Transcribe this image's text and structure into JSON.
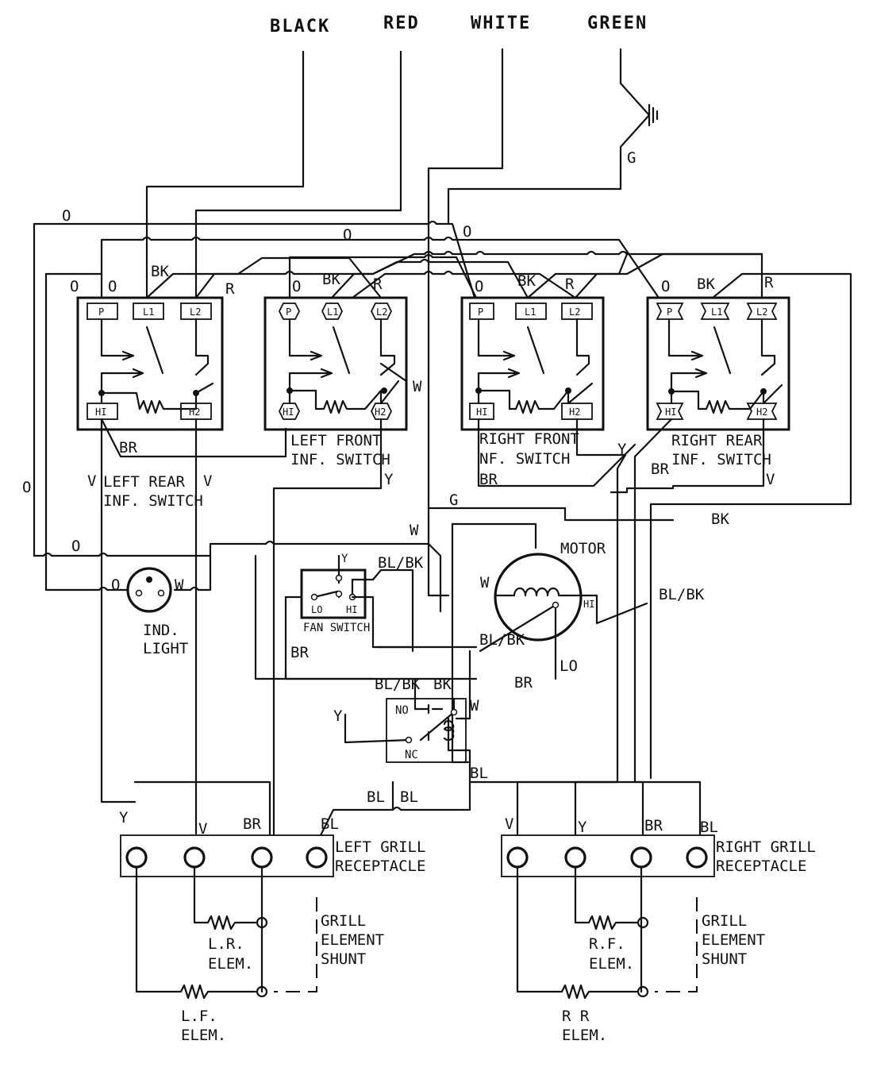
{
  "feeds": {
    "black": "BLACK",
    "red": "RED",
    "white": "WHITE",
    "green": "GREEN"
  },
  "wire_codes": {
    "orange": "O",
    "black": "BK",
    "red": "R",
    "white": "W",
    "brown": "BR",
    "violet": "V",
    "yellow": "Y",
    "green": "G",
    "blue": "BL",
    "blue_black": "BL/BK",
    "hi": "HI",
    "lo": "LO"
  },
  "switch_pins": {
    "p": "P",
    "l1": "L1",
    "l2": "L2",
    "h1": "HI",
    "h2": "H2"
  },
  "switches": {
    "left_rear": [
      "LEFT REAR",
      "INF. SWITCH"
    ],
    "left_front": [
      "LEFT FRONT",
      "INF. SWITCH"
    ],
    "right_front": [
      "RIGHT FRONT",
      "NF. SWITCH"
    ],
    "right_rear": [
      "RIGHT REAR",
      "INF. SWITCH"
    ]
  },
  "components": {
    "motor": "MOTOR",
    "fan_switch": "FAN SWITCH",
    "ind_light": [
      "IND.",
      "LIGHT"
    ],
    "relay": {
      "no": "NO",
      "nc": "NC"
    },
    "left_receptacle": [
      "LEFT GRILL",
      "RECEPTACLE"
    ],
    "right_receptacle": [
      "RIGHT GRILL",
      "RECEPTACLE"
    ],
    "shunt": [
      "GRILL",
      "ELEMENT",
      "SHUNT"
    ],
    "lr_elem": [
      "L.R.",
      "ELEM."
    ],
    "lf_elem": [
      "L.F.",
      "ELEM."
    ],
    "rf_elem": [
      "R.F.",
      "ELEM."
    ],
    "rr_elem": [
      "R R",
      "ELEM."
    ]
  }
}
